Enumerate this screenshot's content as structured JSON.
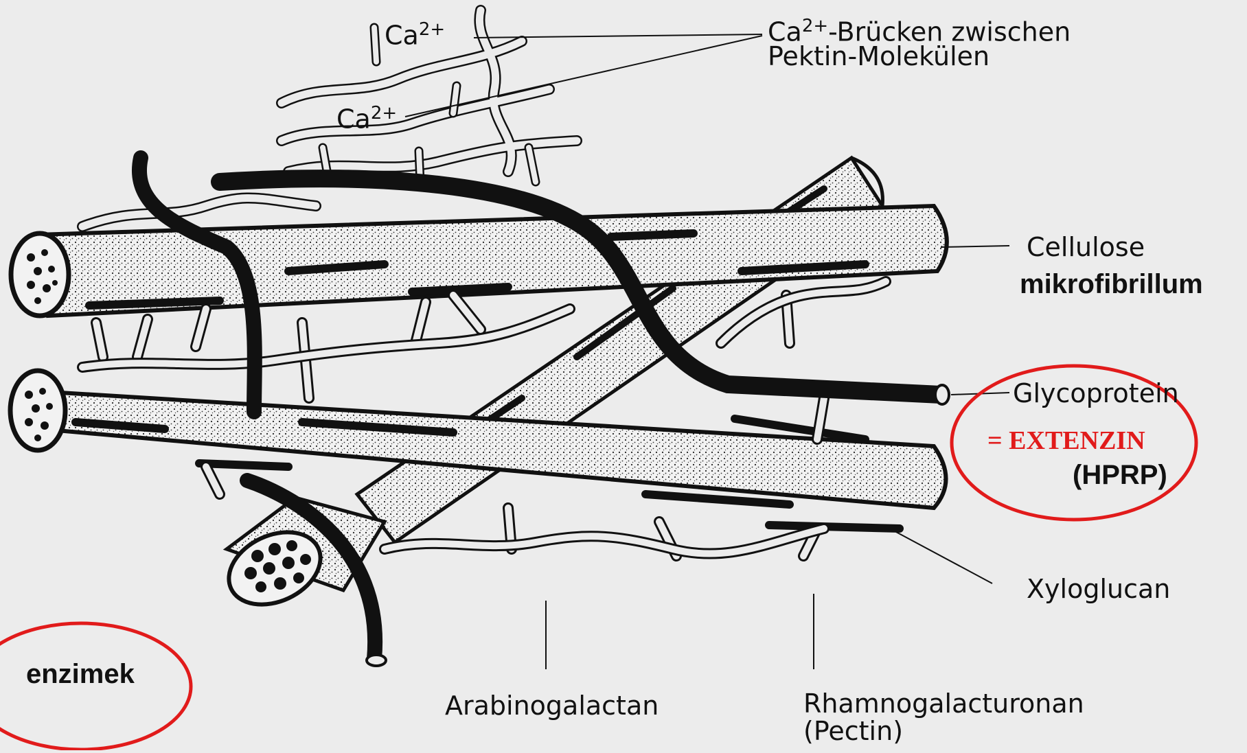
{
  "labels": {
    "ca_top": "Ca",
    "ca_top_sup": "2+",
    "ca_mid": "Ca",
    "ca_mid_sup": "2+",
    "bridges_line1_base": "Ca",
    "bridges_line1_sup": "2+",
    "bridges_line1_rest": "-Brücken zwischen",
    "bridges_line2": "Pektin-Molekülen",
    "cellulose": "Cellulose",
    "mikrofibrillum": "mikrofibrillum",
    "glycoprotein": "Glycoprotein",
    "extenzin": "= EXTENZIN",
    "hprp": "(HPRP)",
    "xyloglucan": "Xyloglucan",
    "arabinogalactan": "Arabinogalactan",
    "rhamno_line1": "Rhamnogalacturonan",
    "rhamno_line2": "(Pectin)",
    "enzimek": "enzimek"
  },
  "colors": {
    "background": "#ececec",
    "ink": "#111111",
    "fiber_fill": "#f2f2f2",
    "highlight_red": "#e11b1b"
  }
}
